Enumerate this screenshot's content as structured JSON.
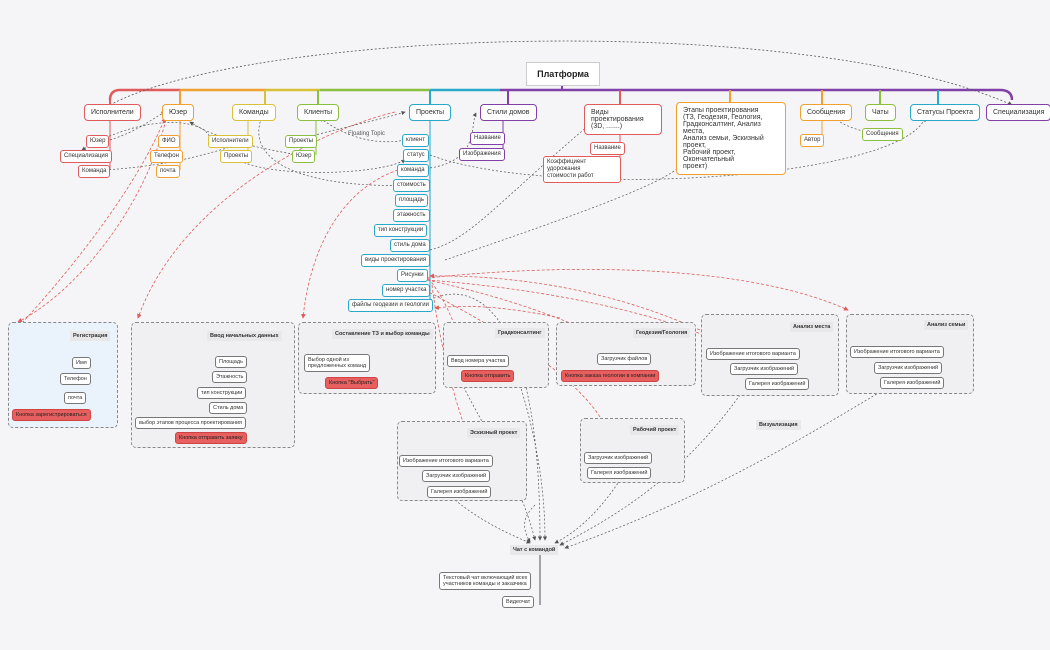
{
  "root": "Платформа",
  "top": {
    "executors": "Исполнители",
    "user": "Юзер",
    "teams": "Команды",
    "clients": "Клиенты",
    "projects": "Проекты",
    "house_styles": "Стили домов",
    "design_types": "Виды проектирования\n(3D, .......)",
    "design_stages": "Этапы проектирования\n(ТЗ, Геодезия, Геология,\nГрадконсалтинг,  Анализ места,\nАнализ семьи, Эскизный проект,\nРабочий проект, Окончательный\nпроект)",
    "messages": "Сообщения",
    "chats": "Чаты",
    "project_statuses": "Статусы Проекта",
    "specialization": "Специализация"
  },
  "executors_children": [
    "Юзер",
    "Специализация",
    "Команда"
  ],
  "user_children": [
    "ФИО",
    "Телефон",
    "почта"
  ],
  "teams_children": [
    "Исполнители",
    "Проекты"
  ],
  "clients_children": [
    "Проекты",
    "Юзер"
  ],
  "floating_topic": "Floating Topic",
  "projects_children": [
    "клиент",
    "статус",
    "команда",
    "стоимость",
    "площадь",
    "этажность",
    "тип конструкции",
    "стиль дома",
    "виды проектирования",
    "Рисунки",
    "номер участка",
    "файлы геодезии и геологии"
  ],
  "house_styles_children": [
    "Название",
    "Изображения"
  ],
  "design_types_children": [
    "Название",
    "Коэффициент удорожания\nстоимости работ"
  ],
  "messages_children": [
    "Автор"
  ],
  "chats_children": [
    "Сообщения"
  ],
  "registration": {
    "title": "Регистрация",
    "items": [
      "Имя",
      "Телефон",
      "почта"
    ],
    "button": "Кнопка зарегистрироваться"
  },
  "initial_data": {
    "title": "Ввод начальных данных",
    "items": [
      "Площадь",
      "Этажность",
      "тип конструкции",
      "Стиль дома",
      "выбор этапов процесса проектирования"
    ],
    "button": "Кнопка отправить заявку"
  },
  "tz_team": {
    "title": "Составление ТЗ и выбор команды",
    "items": [
      "Выбор одной из\nпредложенных команд"
    ],
    "button": "Кнопка \"Выбрать\""
  },
  "urban": {
    "title": "Градконсалтинг",
    "items": [
      "Ввод номера участка"
    ],
    "button": "Кнопка отправить"
  },
  "geo": {
    "title": "Геодезия/Геология",
    "items": [
      "Загрузчик файлов"
    ],
    "button": "Кнопка заказа геологии в компании"
  },
  "place_analysis": {
    "title": "Анализ места",
    "items": [
      "Изображение итогового варианта",
      "Загрузчик изображений",
      "Галерея изображений"
    ]
  },
  "family_analysis": {
    "title": "Анализ семьи",
    "items": [
      "Изображение итогового варианта",
      "Загрузчик изображений",
      "Галерея изображений"
    ]
  },
  "sketch": {
    "title": "Эскизный проект",
    "items": [
      "Изображение итогового варианта",
      "Загрузчик изображений",
      "Галерея изображений"
    ]
  },
  "working": {
    "title": "Рабочий проект",
    "items": [
      "Загрузчик изображений",
      "Галерея изображений"
    ]
  },
  "visualization": "Визуализация",
  "chat": {
    "title": "Чат с командой",
    "items": [
      "Текстовый чат включающий всех\nучастников команды и заказчика",
      "Видеочат"
    ]
  }
}
